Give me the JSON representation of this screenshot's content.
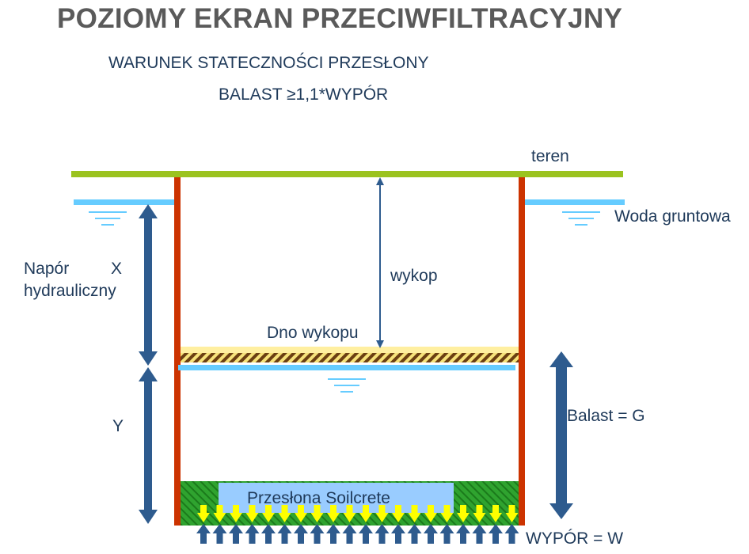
{
  "title": "POZIOMY EKRAN PRZECIWFILTRACYJNY",
  "subtitle1": "WARUNEK STATECZNOŚCI PRZESŁONY",
  "subtitle2": "BALAST ≥1,1*WYPÓR",
  "labels": {
    "teren": "teren",
    "woda": "Woda gruntowa",
    "napor": "Napór",
    "napor_x": "X",
    "hydrauliczny": "hydrauliczny",
    "wykop": "wykop",
    "dno": "Dno wykopu",
    "y": "Y",
    "balast": "Balast = G",
    "przeslona": "Przesłona Soilcrete",
    "wypor": "WYPÓR  = W"
  },
  "colors": {
    "ground": "#9bc31f",
    "wall": "#cc3300",
    "water": "#66ccff",
    "arrow": "#2e5b8e",
    "screen_fill": "#2fa32f",
    "screen_panel": "#99ccff",
    "hatch": "#6b3f12",
    "sand": "#ffefa0",
    "yellow_arrow": "#ffff00"
  }
}
